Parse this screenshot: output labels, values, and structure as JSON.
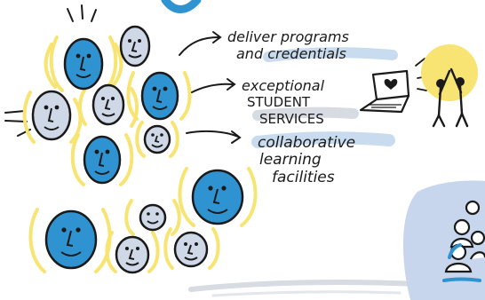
{
  "phrases": {
    "line1": "deliver programs",
    "line2_pre": "and ",
    "line2_hl": "credentials",
    "line3": "exceptional",
    "line4": "STUDENT",
    "line5": "SERVICES",
    "line6": "collaborative",
    "line7": "learning",
    "line8": "facilities"
  },
  "colors": {
    "face_blue": "#2f93d1",
    "face_pale": "#cfd8e6",
    "glow_yellow": "#f8e472",
    "highlight_blue": "#c9dcef",
    "highlight_gray": "#d7dbe2",
    "ink": "#1a1a1a",
    "blob": "#c7d6ec"
  },
  "icons": [
    "laptop-icon",
    "heart-icon",
    "high-five-people-icon",
    "group-of-people-icon"
  ]
}
